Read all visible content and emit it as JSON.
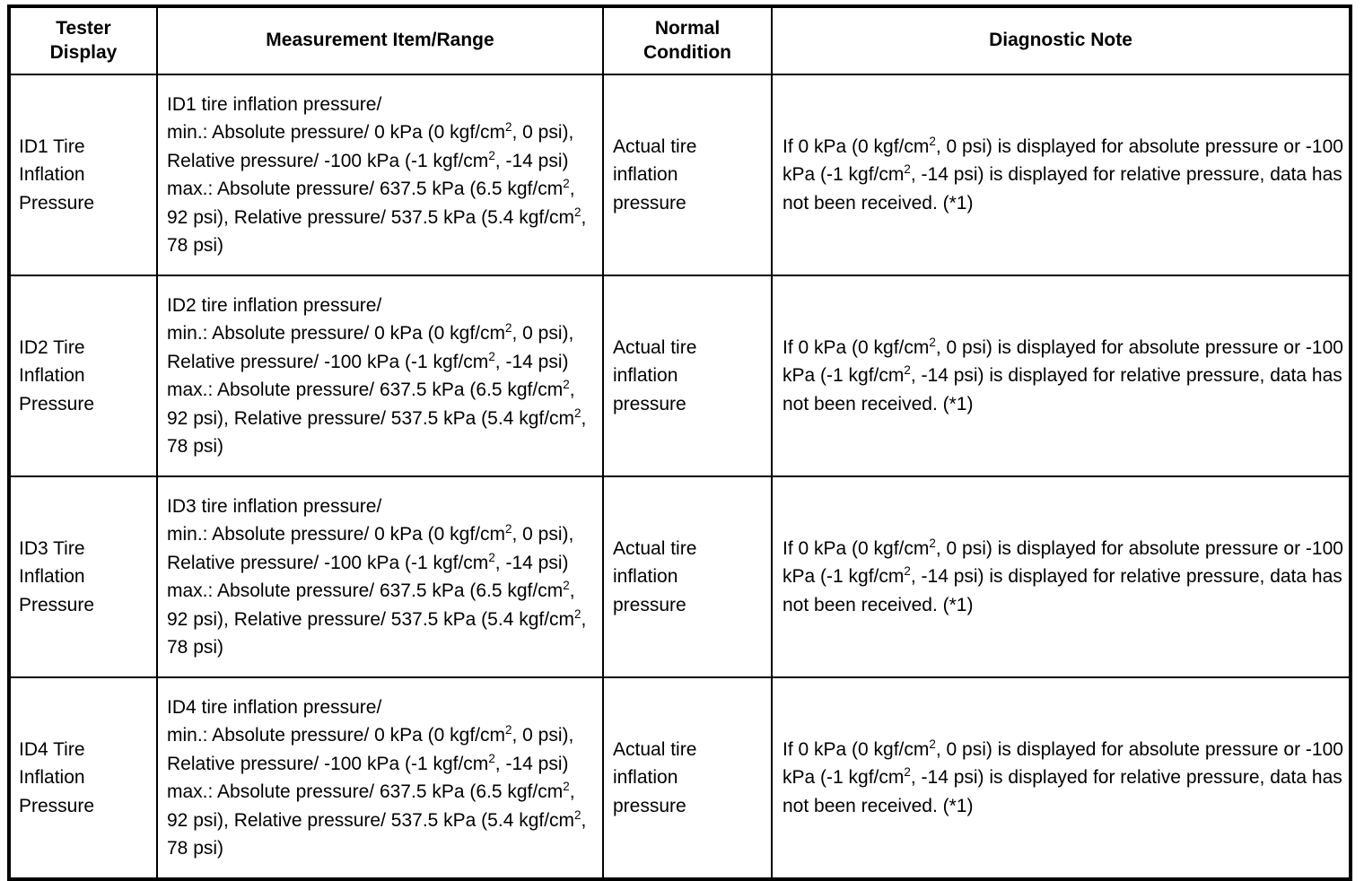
{
  "table": {
    "headers": [
      "Tester\nDisplay",
      "Measurement Item/Range",
      "Normal\nCondition",
      "Diagnostic Note"
    ],
    "rows": [
      {
        "tester_display": "ID1 Tire\nInflation\nPressure",
        "measurement_item_range": "ID1 tire inflation pressure/\nmin.: Absolute pressure/ 0 kPa (0 kgf/cm², 0 psi), Relative pressure/ -100 kPa (-1 kgf/cm², -14 psi)\nmax.: Absolute pressure/ 637.5 kPa (6.5 kgf/cm², 92 psi), Relative pressure/ 537.5 kPa (5.4 kgf/cm², 78 psi)",
        "normal_condition": "Actual tire\ninflation\npressure",
        "diagnostic_note": "If 0 kPa (0 kgf/cm², 0 psi) is displayed for absolute pressure or -100 kPa (-1 kgf/cm², -14 psi) is displayed for relative pressure, data has not been received. (*1)"
      },
      {
        "tester_display": "ID2 Tire\nInflation\nPressure",
        "measurement_item_range": "ID2 tire inflation pressure/\nmin.: Absolute pressure/ 0 kPa (0 kgf/cm², 0 psi), Relative pressure/ -100 kPa (-1 kgf/cm², -14 psi)\nmax.: Absolute pressure/ 637.5 kPa (6.5 kgf/cm², 92 psi), Relative pressure/ 537.5 kPa (5.4 kgf/cm², 78 psi)",
        "normal_condition": "Actual tire\ninflation\npressure",
        "diagnostic_note": "If 0 kPa (0 kgf/cm², 0 psi) is displayed for absolute pressure or -100 kPa (-1 kgf/cm², -14 psi) is displayed for relative pressure, data has not been received. (*1)"
      },
      {
        "tester_display": "ID3 Tire\nInflation\nPressure",
        "measurement_item_range": "ID3 tire inflation pressure/\nmin.: Absolute pressure/ 0 kPa (0 kgf/cm², 0 psi), Relative pressure/ -100 kPa (-1 kgf/cm², -14 psi)\nmax.: Absolute pressure/ 637.5 kPa (6.5 kgf/cm², 92 psi), Relative pressure/ 537.5 kPa (5.4 kgf/cm², 78 psi)",
        "normal_condition": "Actual tire\ninflation\npressure",
        "diagnostic_note": "If 0 kPa (0 kgf/cm², 0 psi) is displayed for absolute pressure or -100 kPa (-1 kgf/cm², -14 psi) is displayed for relative pressure, data has not been received. (*1)"
      },
      {
        "tester_display": "ID4 Tire\nInflation\nPressure",
        "measurement_item_range": "ID4 tire inflation pressure/\nmin.: Absolute pressure/ 0 kPa (0 kgf/cm², 0 psi), Relative pressure/ -100 kPa (-1 kgf/cm², -14 psi)\nmax.: Absolute pressure/ 637.5 kPa (6.5 kgf/cm², 92 psi), Relative pressure/ 537.5 kPa (5.4 kgf/cm², 78 psi)",
        "normal_condition": "Actual tire\ninflation\npressure",
        "diagnostic_note": "If 0 kPa (0 kgf/cm², 0 psi) is displayed for absolute pressure or -100 kPa (-1 kgf/cm², -14 psi) is displayed for relative pressure, data has not been received. (*1)"
      }
    ]
  }
}
